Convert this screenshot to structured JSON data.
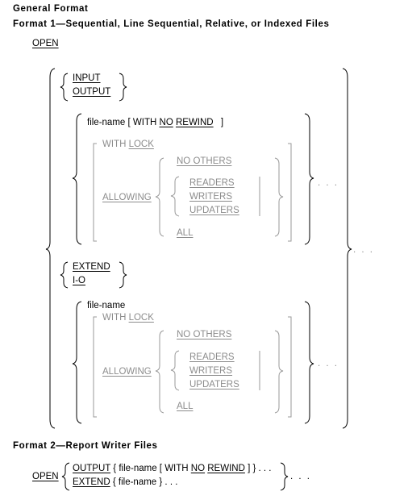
{
  "heading": "General Format",
  "format1": {
    "title": "Format 1—Sequential, Line Sequential, Relative, or Indexed Files",
    "open": "OPEN",
    "input": "INPUT",
    "output": "OUTPUT",
    "file_name": "file-name",
    "bracket_open": "[",
    "with": "WITH",
    "no": "NO",
    "rewind": "REWIND",
    "bracket_close": "]",
    "with_lock": "WITH LOCK",
    "with_lock_underlined": "LOCK",
    "no_others": "NO OTHERS",
    "allowing": "ALLOWING",
    "readers": "READERS",
    "writers": "WRITERS",
    "updaters": "UPDATERS",
    "all": "ALL",
    "extend": "EXTEND",
    "io": "I-O",
    "ellipsis": ". . ."
  },
  "format2": {
    "title": "Format 2—Report Writer Files",
    "open": "OPEN",
    "output": "OUTPUT",
    "output_rest_1": "{ file-name [ WITH",
    "no": "NO",
    "rewind": "REWIND",
    "output_rest_2": "] } . . .",
    "extend": "EXTEND",
    "extend_rest": "{ file-name } . . .",
    "ellipsis": ". . ."
  }
}
